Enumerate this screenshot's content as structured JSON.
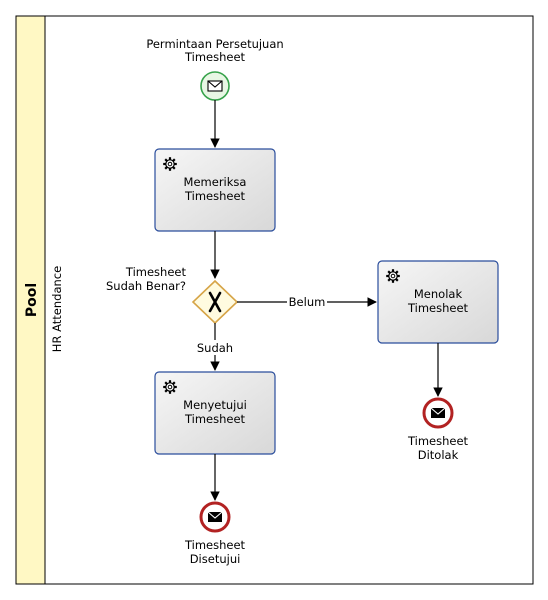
{
  "pool": {
    "label": "Pool"
  },
  "lane": {
    "label": "HR Attendance"
  },
  "start_event": {
    "label_line1": "Permintaan Persetujuan",
    "label_line2": "Timesheet",
    "icon": "envelope-icon"
  },
  "task_check": {
    "label_line1": "Memeriksa",
    "label_line2": "Timesheet",
    "icon": "gear-icon"
  },
  "gateway": {
    "label_line1": "Timesheet",
    "label_line2": "Sudah Benar?",
    "type": "exclusive"
  },
  "task_reject": {
    "label_line1": "Menolak",
    "label_line2": "Timesheet",
    "icon": "gear-icon"
  },
  "task_approve": {
    "label_line1": "Menyetujui",
    "label_line2": "Timesheet",
    "icon": "gear-icon"
  },
  "end_rejected": {
    "label_line1": "Timesheet",
    "label_line2": "Ditolak",
    "icon": "envelope-icon"
  },
  "end_approved": {
    "label_line1": "Timesheet",
    "label_line2": "Disetujui",
    "icon": "envelope-icon"
  },
  "flows": {
    "no_label": "Belum",
    "yes_label": "Sudah"
  },
  "colors": {
    "pool_header": "#fff8c4",
    "start_stroke": "#36a24a",
    "start_fill": "#e8f7e4",
    "end_stroke": "#b22222",
    "task_stroke": "#2a4d9c",
    "gateway_stroke": "#d6a447",
    "gateway_fill": "#fffbe0"
  }
}
